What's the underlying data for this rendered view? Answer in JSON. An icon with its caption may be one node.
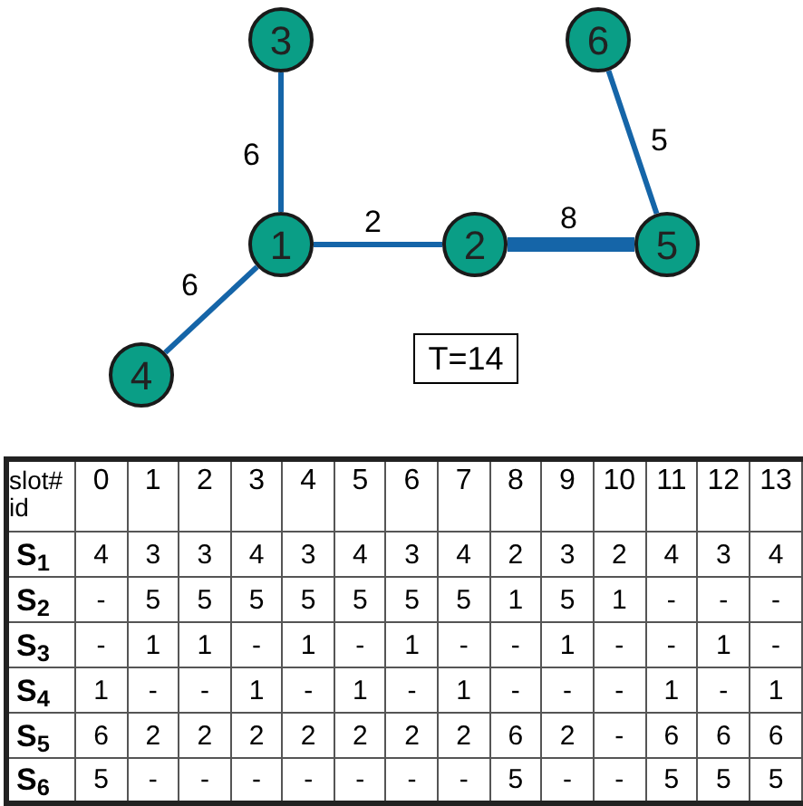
{
  "diagram": {
    "nodes": [
      {
        "text": [
          "3"
        ]
      },
      {
        "text": [
          "6"
        ]
      },
      {
        "text": [
          "1"
        ]
      },
      {
        "text": [
          "2"
        ]
      },
      {
        "text": [
          "5"
        ]
      },
      {
        "text": [
          "4"
        ]
      },
      {
        "text": [
          "T=14"
        ]
      }
    ],
    "edges": [
      {
        "from": 0,
        "to": 2,
        "arrow": "none",
        "label": "6"
      },
      {
        "from": 2,
        "to": 5,
        "arrow": "none",
        "label": "6"
      },
      {
        "from": 2,
        "to": 3,
        "arrow": "none",
        "label": "2"
      },
      {
        "from": 3,
        "to": 4,
        "arrow": "none",
        "label": "8",
        "style": "thick"
      },
      {
        "from": 1,
        "to": 4,
        "arrow": "none",
        "label": "5"
      }
    ],
    "labels": [
      "slot# id",
      "0",
      "1",
      "2",
      "3",
      "4",
      "5",
      "6",
      "7",
      "8",
      "9",
      "10",
      "11",
      "12",
      "13",
      "S$_{1}$",
      "4",
      "3",
      "3",
      "4",
      "3",
      "4",
      "3",
      "4",
      "2",
      "3",
      "2",
      "4",
      "3",
      "4",
      "S$_{2}$",
      "-",
      "5",
      "5",
      "5",
      "5",
      "5",
      "5",
      "5",
      "1",
      "5",
      "1",
      "-",
      "-",
      "-",
      "S$_{3}$",
      "-",
      "1",
      "1",
      "-",
      "1",
      "-",
      "1",
      "-",
      "-",
      "1",
      "-",
      "-",
      "1",
      "-",
      "S$_{4}$",
      "1",
      "-",
      "-",
      "1",
      "-",
      "1",
      "-",
      "1",
      "-",
      "-",
      "-",
      "1",
      "-",
      "1",
      "S$_{5}$",
      "6",
      "2",
      "2",
      "2",
      "2",
      "2",
      "2",
      "2",
      "6",
      "2",
      "-",
      "6",
      "6",
      "6",
      "S$_{6}$",
      "5",
      "-",
      "-",
      "-",
      "-",
      "-",
      "-",
      "-",
      "5",
      "-",
      "-",
      "5",
      "5",
      "5"
    ]
  }
}
